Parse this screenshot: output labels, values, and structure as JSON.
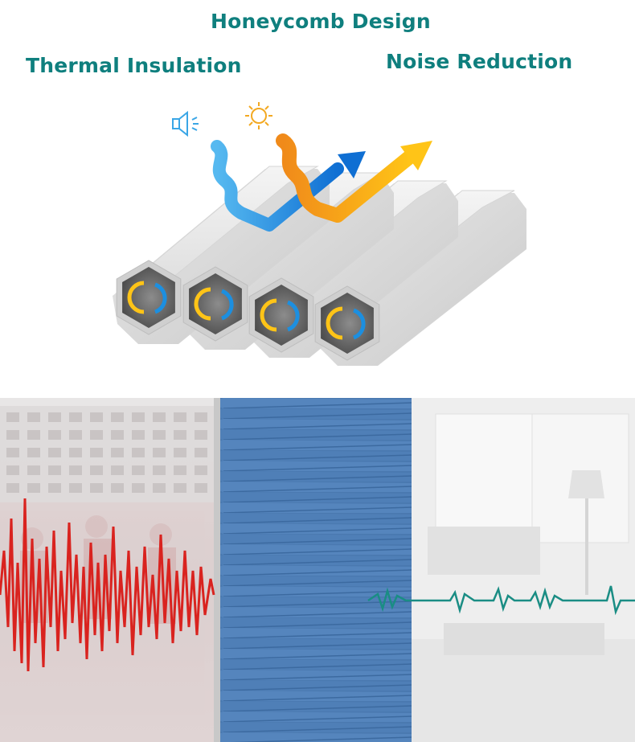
{
  "headings": {
    "main": "Honeycomb Design",
    "left": "Thermal Insulation",
    "right": "Noise Reduction"
  },
  "icons": [
    "speaker-icon",
    "sun-icon",
    "warm-air-circulation-icon"
  ],
  "colors": {
    "heading": "#0f7f7e",
    "noise_wave_outside": "#d9231f",
    "noise_wave_inside": "#1a8d84",
    "blind": "#4a79b0",
    "sound_arrow": "#1c8fe0",
    "heat_arrow": "#f5a31a"
  }
}
